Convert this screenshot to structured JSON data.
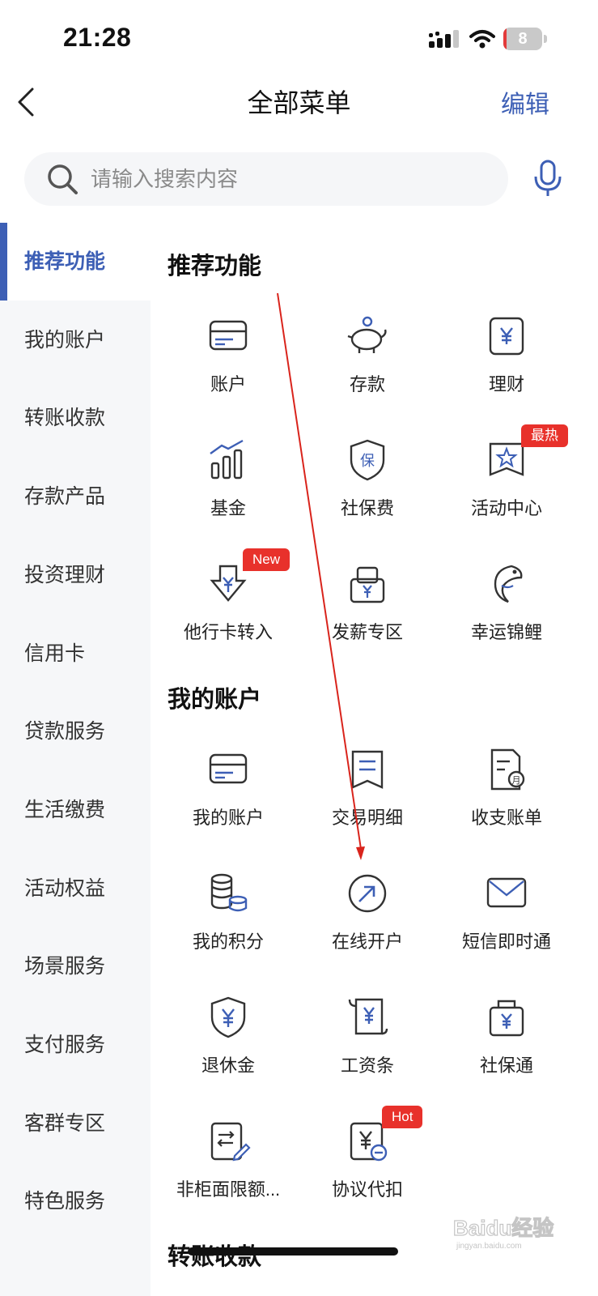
{
  "status_bar": {
    "time": "21:28",
    "battery_level": "8",
    "battery_fraction": 0.08
  },
  "nav": {
    "title": "全部菜单",
    "edit_label": "编辑"
  },
  "search": {
    "placeholder": "请输入搜索内容",
    "value": ""
  },
  "sidebar": {
    "items": [
      {
        "label": "推荐功能",
        "active": true
      },
      {
        "label": "我的账户"
      },
      {
        "label": "转账收款"
      },
      {
        "label": "存款产品"
      },
      {
        "label": "投资理财"
      },
      {
        "label": "信用卡"
      },
      {
        "label": "贷款服务"
      },
      {
        "label": "生活缴费"
      },
      {
        "label": "活动权益"
      },
      {
        "label": "场景服务"
      },
      {
        "label": "支付服务"
      },
      {
        "label": "客群专区"
      },
      {
        "label": "特色服务"
      }
    ]
  },
  "sections": [
    {
      "title": "推荐功能",
      "items": [
        {
          "label": "账户",
          "icon": "card-icon"
        },
        {
          "label": "存款",
          "icon": "piggy-bank-icon"
        },
        {
          "label": "理财",
          "icon": "yuan-box-icon"
        },
        {
          "label": "基金",
          "icon": "bar-chart-icon"
        },
        {
          "label": "社保费",
          "icon": "shield-bao-icon"
        },
        {
          "label": "活动中心",
          "icon": "star-flag-icon",
          "badge": "最热"
        },
        {
          "label": "他行卡转入",
          "icon": "download-yuan-icon",
          "badge": "New"
        },
        {
          "label": "发薪专区",
          "icon": "salary-envelope-icon"
        },
        {
          "label": "幸运锦鲤",
          "icon": "koi-fish-icon"
        }
      ]
    },
    {
      "title": "我的账户",
      "items": [
        {
          "label": "我的账户",
          "icon": "card-icon"
        },
        {
          "label": "交易明细",
          "icon": "receipt-icon"
        },
        {
          "label": "收支账单",
          "icon": "monthly-bill-icon"
        },
        {
          "label": "我的积分",
          "icon": "coins-icon"
        },
        {
          "label": "在线开户",
          "icon": "open-account-icon"
        },
        {
          "label": "短信即时通",
          "icon": "mail-icon"
        },
        {
          "label": "退休金",
          "icon": "shield-yuan-icon"
        },
        {
          "label": "工资条",
          "icon": "scroll-yuan-icon"
        },
        {
          "label": "社保通",
          "icon": "bag-yuan-icon"
        },
        {
          "label": "非柜面限额...",
          "icon": "edit-limit-icon"
        },
        {
          "label": "协议代扣",
          "icon": "yuan-minus-icon",
          "badge": "Hot"
        }
      ]
    },
    {
      "title": "转账收款",
      "items": []
    }
  ],
  "watermark": {
    "text": "Baidu经验",
    "sub": "jingyan.baidu.com"
  },
  "colors": {
    "accent": "#3d5fb5",
    "badge": "#e8312b",
    "sidebar_bg": "#f6f7f9",
    "annotation": "#d9241c"
  }
}
